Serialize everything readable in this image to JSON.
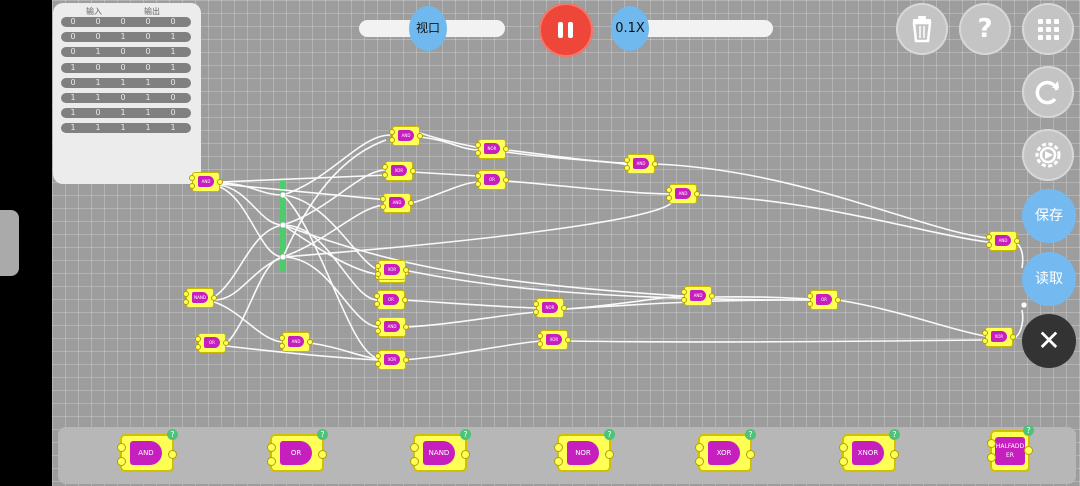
{
  "toolbar": {
    "viewport_label": "视口",
    "speed_label": "0.1X",
    "save_label": "保存",
    "load_label": "读取",
    "help_label": "?",
    "close_label": "✕"
  },
  "truth_table": {
    "headers": [
      "输入",
      "输出"
    ],
    "rows": [
      [
        "0",
        "0",
        "0",
        "0",
        "0"
      ],
      [
        "0",
        "0",
        "1",
        "0",
        "1"
      ],
      [
        "0",
        "1",
        "0",
        "0",
        "1"
      ],
      [
        "1",
        "0",
        "0",
        "0",
        "1"
      ],
      [
        "0",
        "1",
        "1",
        "1",
        "0"
      ],
      [
        "1",
        "1",
        "0",
        "1",
        "0"
      ],
      [
        "1",
        "0",
        "1",
        "1",
        "0"
      ],
      [
        "1",
        "1",
        "1",
        "1",
        "1"
      ]
    ]
  },
  "gates": [
    {
      "label": "AND"
    },
    {
      "label": "NAND"
    },
    {
      "label": "OR"
    },
    {
      "label": "AND"
    },
    {
      "label": "AND"
    },
    {
      "label": "OR"
    },
    {
      "label": "AND"
    },
    {
      "label": "XOR"
    },
    {
      "label": "AND"
    },
    {
      "label": "XOR"
    },
    {
      "label": "AND"
    },
    {
      "label": "NOR"
    },
    {
      "label": "OR"
    },
    {
      "label": "AND"
    },
    {
      "label": "AND"
    },
    {
      "label": "NOR"
    },
    {
      "label": "XOR"
    },
    {
      "label": "AND"
    },
    {
      "label": "OR"
    },
    {
      "label": "XOR"
    },
    {
      "label": "AND"
    },
    {
      "label": "XOR"
    }
  ],
  "palette": [
    {
      "label": "AND"
    },
    {
      "label": "OR"
    },
    {
      "label": "NAND"
    },
    {
      "label": "NOR"
    },
    {
      "label": "XOR"
    },
    {
      "label": "XNOR"
    },
    {
      "label": "HALFADDER"
    }
  ],
  "colors": {
    "accent": "#74baf0",
    "pause": "#ee4638",
    "gate_body": "#c71fbf",
    "gate_bg": "#ffff55",
    "input_bus": "#4ccc6a"
  }
}
